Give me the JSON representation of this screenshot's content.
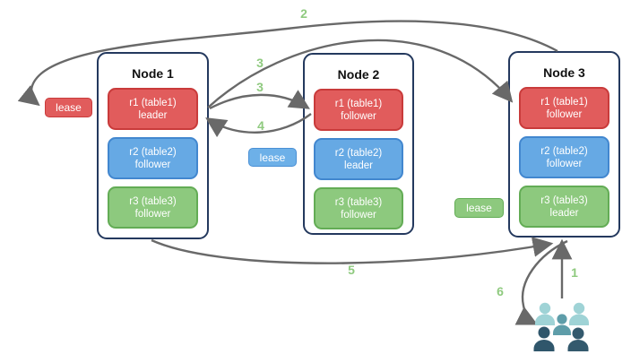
{
  "diagram": {
    "nodes": [
      {
        "title": "Node 1",
        "replicas": [
          {
            "name": "r1 (table1)",
            "role": "leader",
            "color": "#e15c5c"
          },
          {
            "name": "r2 (table2)",
            "role": "follower",
            "color": "#66a9e4"
          },
          {
            "name": "r3 (table3)",
            "role": "follower",
            "color": "#8dc97e"
          }
        ]
      },
      {
        "title": "Node 2",
        "replicas": [
          {
            "name": "r1 (table1)",
            "role": "follower",
            "color": "#e15c5c"
          },
          {
            "name": "r2 (table2)",
            "role": "leader",
            "color": "#66a9e4"
          },
          {
            "name": "r3 (table3)",
            "role": "follower",
            "color": "#8dc97e"
          }
        ]
      },
      {
        "title": "Node 3",
        "replicas": [
          {
            "name": "r1 (table1)",
            "role": "follower",
            "color": "#e15c5c"
          },
          {
            "name": "r2 (table2)",
            "role": "follower",
            "color": "#66a9e4"
          },
          {
            "name": "r3 (table3)",
            "role": "leader",
            "color": "#8dc97e"
          }
        ]
      }
    ],
    "leases": [
      {
        "label": "lease",
        "color": "#e15c5c"
      },
      {
        "label": "lease",
        "color": "#6db0e8"
      },
      {
        "label": "lease",
        "color": "#8dc97e"
      }
    ],
    "steps": {
      "s1": "1",
      "s2": "2",
      "s3": "3",
      "s4": "4",
      "s5": "5",
      "s6": "6"
    },
    "colors": {
      "node_border": "#24395e",
      "arrow": "#696969",
      "step_label": "#8fca7f",
      "users_light": "#9fd3d6",
      "users_mid": "#5e9da9",
      "users_dark": "#2f566b"
    },
    "icons": {
      "users": "users-group-icon"
    }
  }
}
